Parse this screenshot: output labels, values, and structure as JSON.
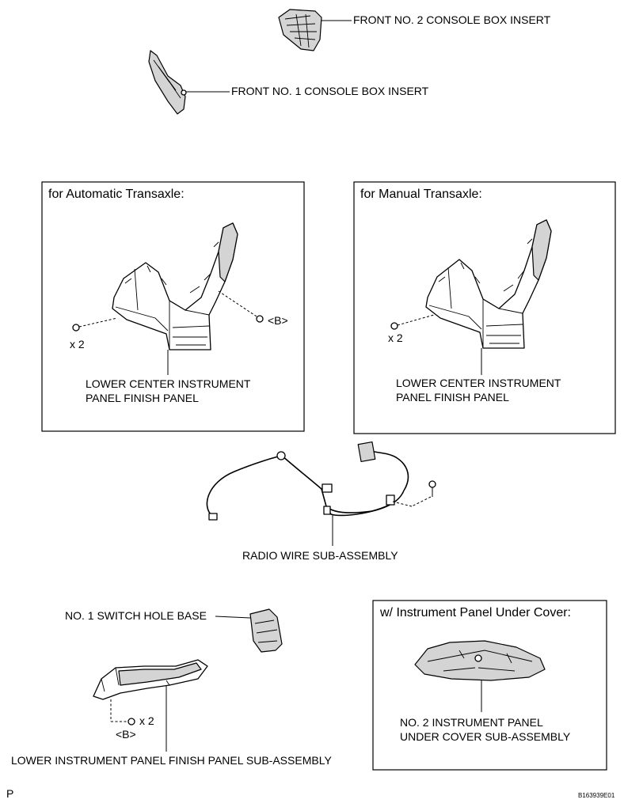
{
  "labels": {
    "front_no2_insert": "FRONT NO. 2 CONSOLE BOX INSERT",
    "front_no1_insert": "FRONT NO. 1 CONSOLE BOX INSERT",
    "auto_box_title": "for Automatic Transaxle:",
    "auto_panel_line1": "LOWER CENTER INSTRUMENT",
    "auto_panel_line2": "PANEL FINISH PANEL",
    "auto_clip_qty": "x 2",
    "auto_screw_ref": "<B>",
    "manual_box_title": "for Manual Transaxle:",
    "manual_panel_line1": "LOWER CENTER INSTRUMENT",
    "manual_panel_line2": "PANEL FINISH PANEL",
    "manual_clip_qty": "x 2",
    "radio_wire": "RADIO WIRE SUB-ASSEMBLY",
    "switch_hole_base": "NO. 1 SWITCH HOLE BASE",
    "lower_screw_qty": "x 2",
    "lower_screw_ref": "<B>",
    "lower_panel": "LOWER INSTRUMENT PANEL FINISH PANEL SUB-ASSEMBLY",
    "under_cover_box_title": "w/ Instrument Panel Under Cover:",
    "under_cover_line1": "NO. 2 INSTRUMENT PANEL",
    "under_cover_line2": "UNDER COVER SUB-ASSEMBLY",
    "corner_mark": "P",
    "figure_code": "B163939E01"
  }
}
